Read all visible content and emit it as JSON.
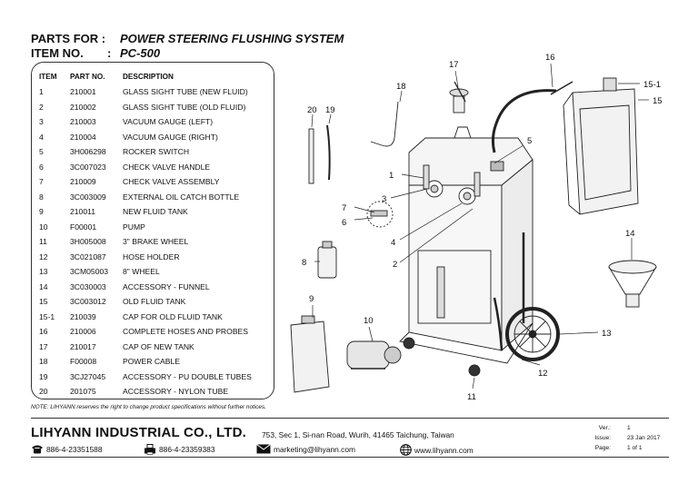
{
  "header": {
    "parts_for_label": "PARTS FOR :",
    "parts_for_value": "POWER STEERING FLUSHING SYSTEM",
    "item_no_label": "ITEM NO.",
    "item_no_colon": ":",
    "item_no_value": "PC-500"
  },
  "table": {
    "columns": [
      "ITEM",
      "PART NO.",
      "DESCRIPTION"
    ],
    "rows": [
      {
        "item": "1",
        "part": "210001",
        "desc": "GLASS SIGHT TUBE (NEW FLUID)"
      },
      {
        "item": "2",
        "part": "210002",
        "desc": "GLASS SIGHT TUBE (OLD FLUID)"
      },
      {
        "item": "3",
        "part": "210003",
        "desc": "VACUUM GAUGE (LEFT)"
      },
      {
        "item": "4",
        "part": "210004",
        "desc": "VACUUM GAUGE (RIGHT)"
      },
      {
        "item": "5",
        "part": "3H006298",
        "desc": "ROCKER SWITCH"
      },
      {
        "item": "6",
        "part": "3C007023",
        "desc": "CHECK VALVE HANDLE"
      },
      {
        "item": "7",
        "part": "210009",
        "desc": "CHECK VALVE ASSEMBLY"
      },
      {
        "item": "8",
        "part": "3C003009",
        "desc": "EXTERNAL OIL CATCH BOTTLE"
      },
      {
        "item": "9",
        "part": "210011",
        "desc": "NEW FLUID TANK"
      },
      {
        "item": "10",
        "part": "F00001",
        "desc": "PUMP"
      },
      {
        "item": "11",
        "part": "3H005008",
        "desc": "3\" BRAKE WHEEL"
      },
      {
        "item": "12",
        "part": "3C021087",
        "desc": "HOSE HOLDER"
      },
      {
        "item": "13",
        "part": "3CM05003",
        "desc": "8\" WHEEL"
      },
      {
        "item": "14",
        "part": "3C030003",
        "desc": "ACCESSORY - FUNNEL"
      },
      {
        "item": "15",
        "part": "3C003012",
        "desc": "OLD FLUID TANK"
      },
      {
        "item": "15-1",
        "part": "210039",
        "desc": "CAP FOR OLD FLUID TANK"
      },
      {
        "item": "16",
        "part": "210006",
        "desc": "COMPLETE HOSES AND PROBES"
      },
      {
        "item": "17",
        "part": "210017",
        "desc": "CAP OF NEW TANK"
      },
      {
        "item": "18",
        "part": "F00008",
        "desc": "POWER CABLE"
      },
      {
        "item": "19",
        "part": "3CJ27045",
        "desc": "ACCESSORY - PU DOUBLE TUBES"
      },
      {
        "item": "20",
        "part": "201075",
        "desc": "ACCESSORY - NYLON TUBE"
      }
    ]
  },
  "note": "NOTE: LIHYANN reserves the right to change product specifications without further notices.",
  "footer": {
    "company": "LIHYANN INDUSTRIAL CO., LTD.",
    "address": "753, Sec 1, Si-nan Road, Wurih, 41465 Taichung, Taiwan",
    "phone": "886-4-23351588",
    "fax": "886-4-23359383",
    "email": "marketing@lihyann.com",
    "web": "www.lihyann.com"
  },
  "meta": {
    "ver_label": "Ver.:",
    "ver_value": "1",
    "issue_label": "Issue:",
    "issue_value": "23 Jan 2017",
    "page_label": "Page:",
    "page_value": "1 of 1"
  },
  "diagram": {
    "callouts": [
      "1",
      "2",
      "3",
      "4",
      "5",
      "6",
      "7",
      "8",
      "9",
      "10",
      "11",
      "12",
      "13",
      "14",
      "15",
      "15-1",
      "16",
      "17",
      "18",
      "19",
      "20"
    ]
  },
  "icons": [
    "phone-icon",
    "fax-icon",
    "email-icon",
    "globe-icon"
  ]
}
